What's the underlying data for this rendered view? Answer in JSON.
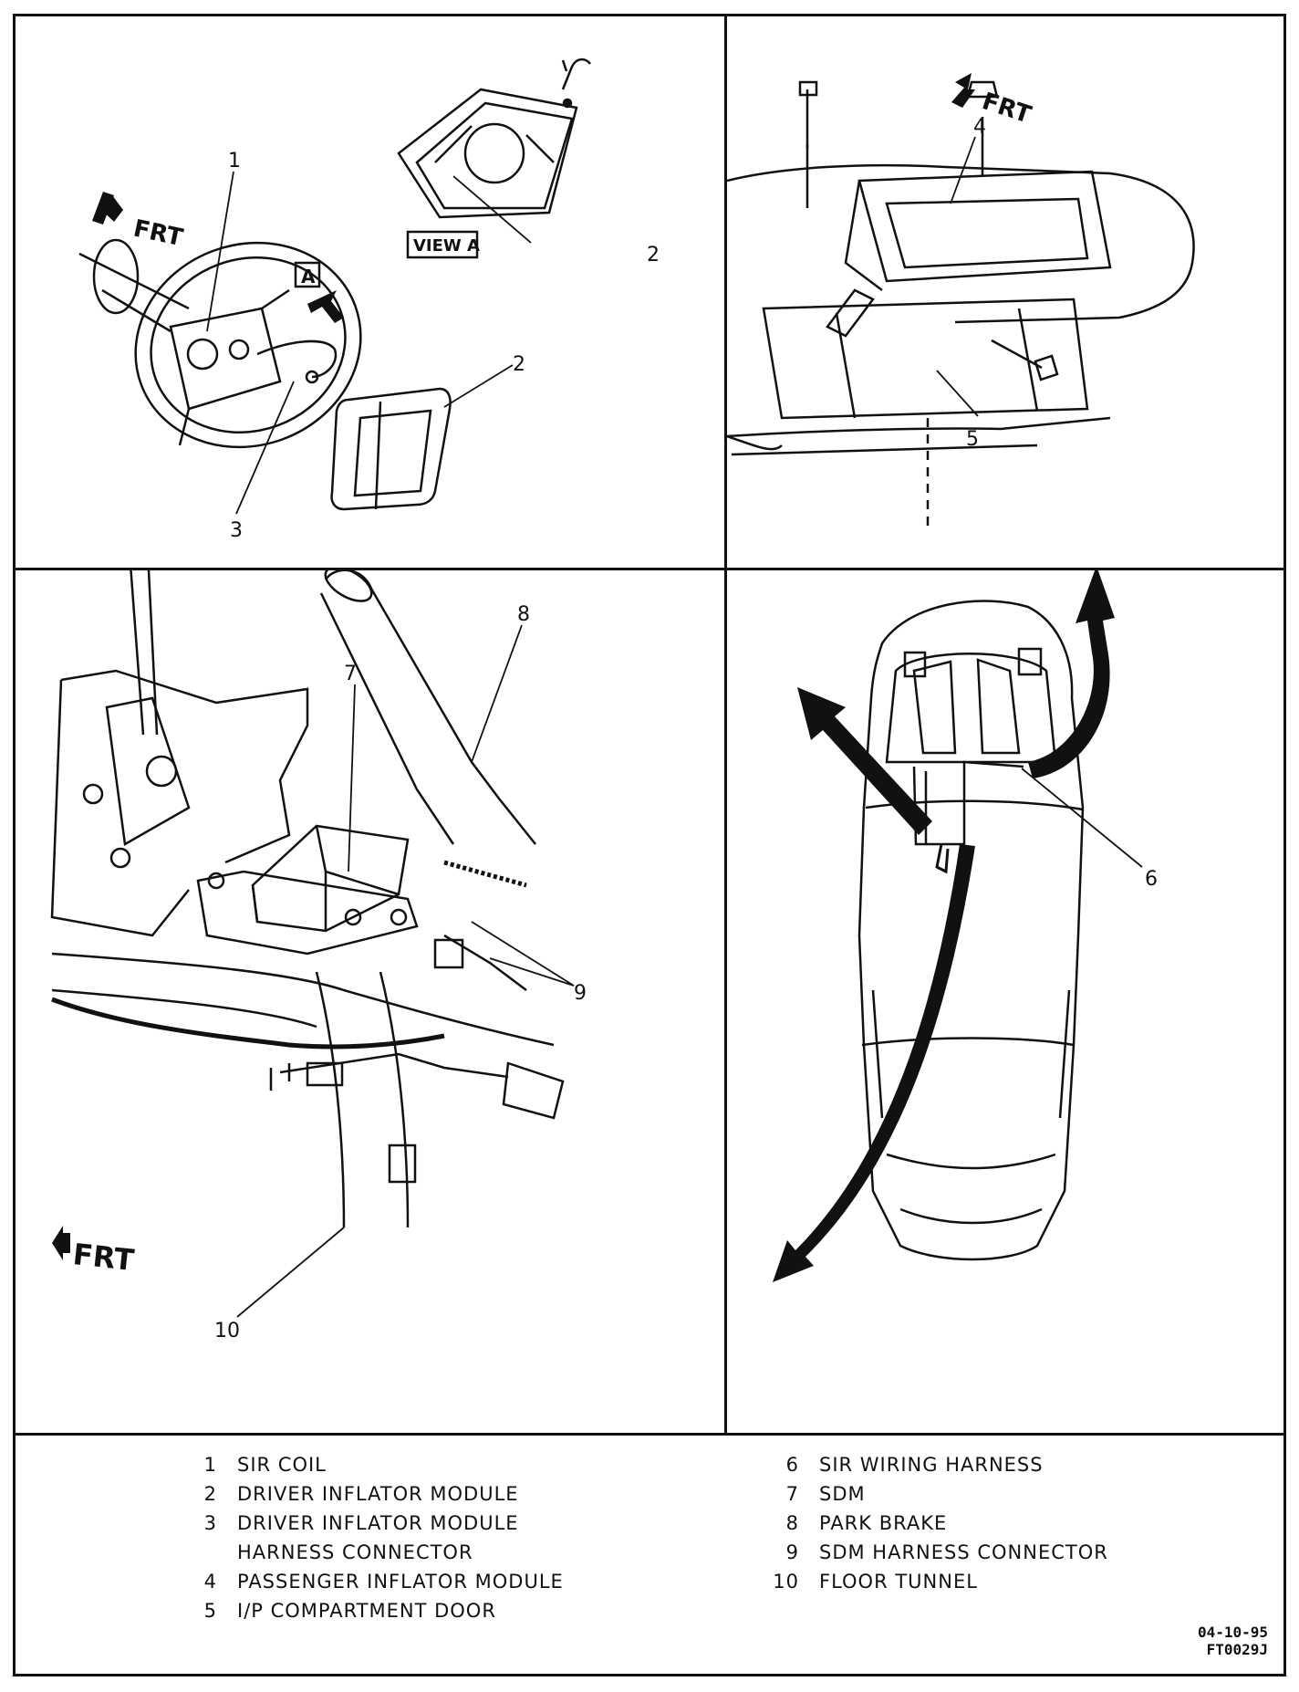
{
  "callouts": {
    "p1": [
      "1",
      "2",
      "2",
      "3"
    ],
    "p2": [
      "4",
      "5"
    ],
    "p3": [
      "7",
      "8",
      "9",
      "10"
    ],
    "p4": [
      "6"
    ]
  },
  "labels": {
    "frt": "FRT",
    "view_a": "VIEW A",
    "box_a": "A"
  },
  "legend": {
    "left": [
      {
        "num": "1",
        "text": "SIR COIL"
      },
      {
        "num": "2",
        "text": "DRIVER INFLATOR MODULE"
      },
      {
        "num": "3",
        "text": "DRIVER INFLATOR MODULE"
      },
      {
        "num": "",
        "text": "HARNESS CONNECTOR"
      },
      {
        "num": "4",
        "text": "PASSENGER INFLATOR MODULE"
      },
      {
        "num": "5",
        "text": "I/P COMPARTMENT DOOR"
      }
    ],
    "right": [
      {
        "num": "6",
        "text": "SIR WIRING HARNESS"
      },
      {
        "num": "7",
        "text": "SDM"
      },
      {
        "num": "8",
        "text": "PARK BRAKE"
      },
      {
        "num": "9",
        "text": "SDM HARNESS CONNECTOR"
      },
      {
        "num": "10",
        "text": "FLOOR TUNNEL"
      }
    ]
  },
  "stamp": {
    "date": "04-10-95",
    "code": "FT0029J"
  }
}
